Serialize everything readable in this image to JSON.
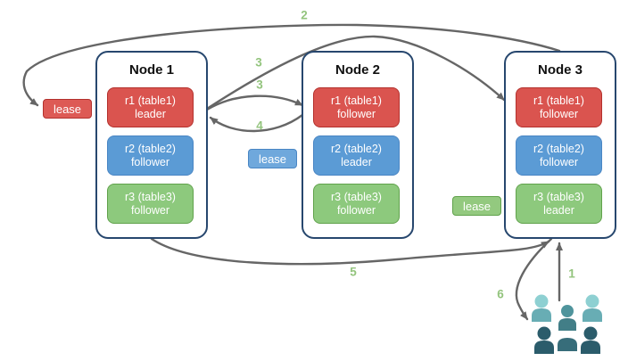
{
  "diagram": {
    "nodes": [
      {
        "title": "Node 1",
        "replicas": [
          {
            "name": "r1 (table1)",
            "role": "leader"
          },
          {
            "name": "r2 (table2)",
            "role": "follower"
          },
          {
            "name": "r3 (table3)",
            "role": "follower"
          }
        ]
      },
      {
        "title": "Node 2",
        "replicas": [
          {
            "name": "r1 (table1)",
            "role": "follower"
          },
          {
            "name": "r2 (table2)",
            "role": "leader"
          },
          {
            "name": "r3 (table3)",
            "role": "follower"
          }
        ]
      },
      {
        "title": "Node 3",
        "replicas": [
          {
            "name": "r1 (table1)",
            "role": "follower"
          },
          {
            "name": "r2 (table2)",
            "role": "follower"
          },
          {
            "name": "r3 (table3)",
            "role": "leader"
          }
        ]
      }
    ],
    "leases": [
      {
        "label": "lease",
        "color": "red"
      },
      {
        "label": "lease",
        "color": "blue"
      },
      {
        "label": "lease",
        "color": "green"
      }
    ],
    "steps": [
      "1",
      "2",
      "3",
      "3",
      "4",
      "5",
      "6"
    ],
    "icons": {
      "users": "users-group-icon"
    },
    "colors": {
      "replica_red": "#da544f",
      "replica_red_border": "#b3312d",
      "replica_blue": "#5b9bd5",
      "replica_blue_border": "#4a86c4",
      "replica_green": "#8dc97d",
      "replica_green_border": "#61a24c",
      "lease_red": "#dd5a55",
      "lease_blue": "#6fa8dc",
      "lease_green": "#93c97f",
      "node_border": "#27476e",
      "arrow": "#666666",
      "step_label": "#93c47d",
      "users_light_head": "#8ed0d2",
      "users_light_body": "#68adb4",
      "users_mid_head": "#4f949c",
      "users_mid_body": "#427e87",
      "users_dark": "#2b5c6b",
      "users_dark_alt": "#376d7a"
    }
  }
}
